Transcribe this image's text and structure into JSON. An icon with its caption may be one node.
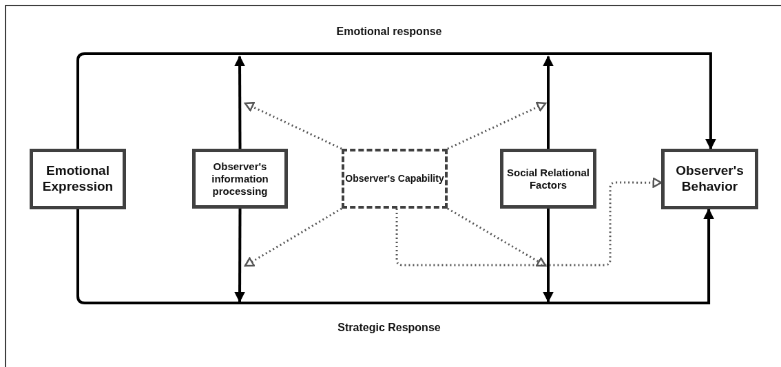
{
  "diagram": {
    "nodes": [
      {
        "text": [
          "Emotional Expression"
        ]
      },
      {
        "text": [
          "Observer's information processing"
        ]
      },
      {
        "text": [
          "Observer's Capability"
        ]
      },
      {
        "text": [
          "Social Relational Factors"
        ]
      },
      {
        "text": [
          "Observer's Behavior"
        ]
      }
    ],
    "edges": [
      {
        "from": 0,
        "to": 4,
        "arrow": "to",
        "label": "Emotional response"
      },
      {
        "from": 0,
        "to": 4,
        "arrow": "to",
        "label": "Strategic Response"
      },
      {
        "from": 1,
        "to": null,
        "arrow": "to"
      },
      {
        "from": 1,
        "to": null,
        "arrow": "to"
      },
      {
        "from": 3,
        "to": null,
        "arrow": "to"
      },
      {
        "from": 3,
        "to": null,
        "arrow": "to"
      },
      {
        "from": 2,
        "to": null,
        "arrow": "to",
        "style": "dashed",
        "color": "#555555"
      },
      {
        "from": 2,
        "to": null,
        "arrow": "to",
        "style": "dashed",
        "color": "#555555"
      },
      {
        "from": 2,
        "to": null,
        "arrow": "to",
        "style": "dashed",
        "color": "#555555"
      },
      {
        "from": 2,
        "to": null,
        "arrow": "to",
        "style": "dashed",
        "color": "#555555"
      },
      {
        "from": 2,
        "to": 4,
        "arrow": "to",
        "style": "dashed",
        "color": "#555555"
      }
    ]
  }
}
